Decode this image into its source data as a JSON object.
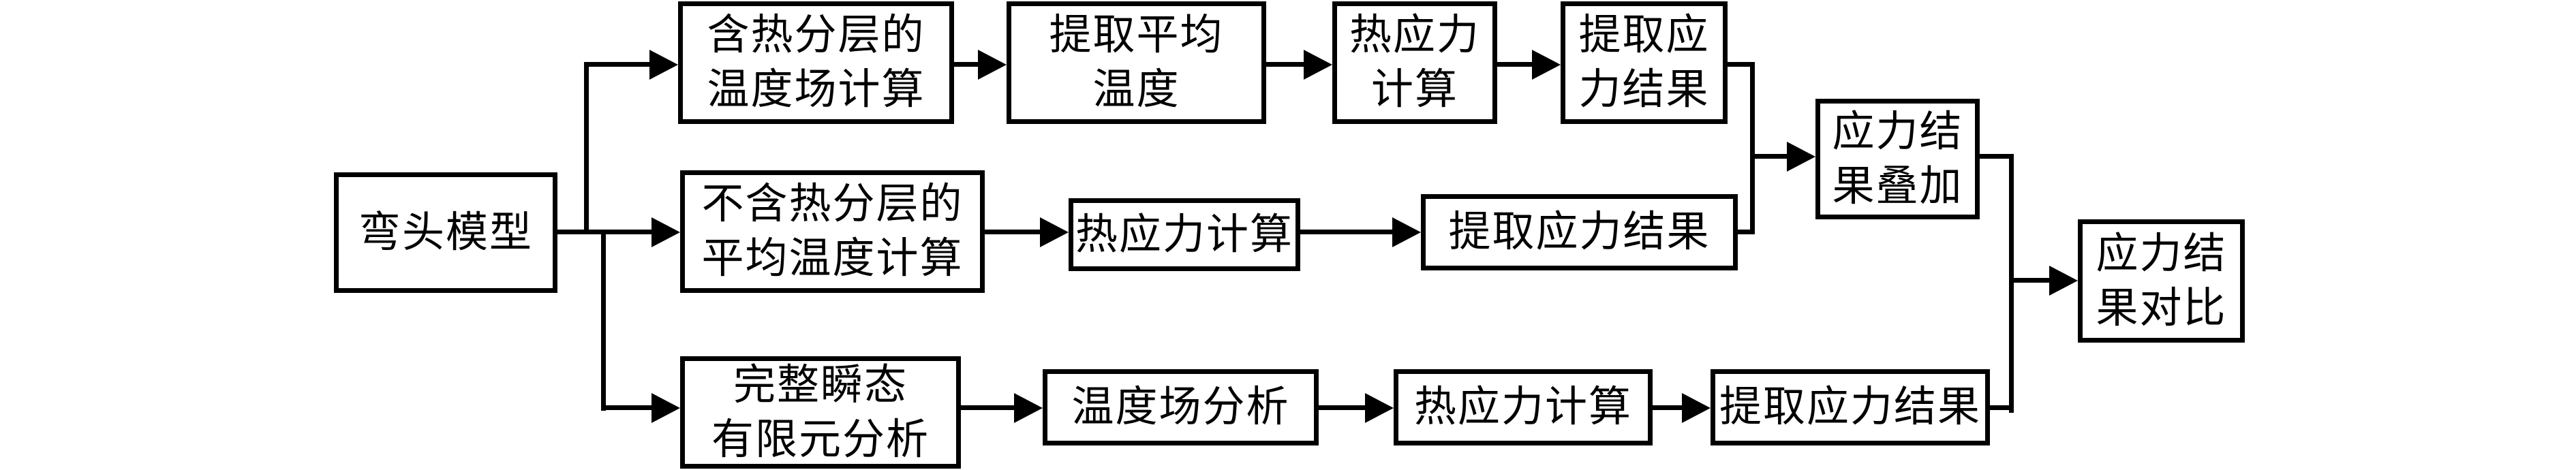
{
  "figure": {
    "type": "flowchart",
    "background_color": "#ffffff",
    "line_color": "#000000",
    "box_fill_color": "#ffffff",
    "nodes": [
      {
        "id": "elbow-model",
        "label": "弯头模型"
      },
      {
        "id": "stratified-temperature-field-calculation",
        "label": "含热分层的\n温度场计算"
      },
      {
        "id": "extract-average-temperature",
        "label": "提取平均\n温度"
      },
      {
        "id": "thermal-stress-calculation-top",
        "label": "热应力\n计算"
      },
      {
        "id": "extract-stress-results-top",
        "label": "提取应\n力结果"
      },
      {
        "id": "unstratified-average-temperature-calculation",
        "label": "不含热分层的\n平均温度计算"
      },
      {
        "id": "thermal-stress-calculation-middle",
        "label": "热应力计算"
      },
      {
        "id": "extract-stress-results-middle",
        "label": "提取应力结果"
      },
      {
        "id": "stress-result-superposition",
        "label": "应力结\n果叠加"
      },
      {
        "id": "full-transient-finite-element-analysis",
        "label": "完整瞬态\n有限元分析"
      },
      {
        "id": "temperature-field-analysis",
        "label": "温度场分析"
      },
      {
        "id": "thermal-stress-calculation-bottom",
        "label": "热应力计算"
      },
      {
        "id": "extract-stress-results-bottom",
        "label": "提取应力结果"
      },
      {
        "id": "stress-result-comparison",
        "label": "应力结\n果对比"
      }
    ]
  }
}
